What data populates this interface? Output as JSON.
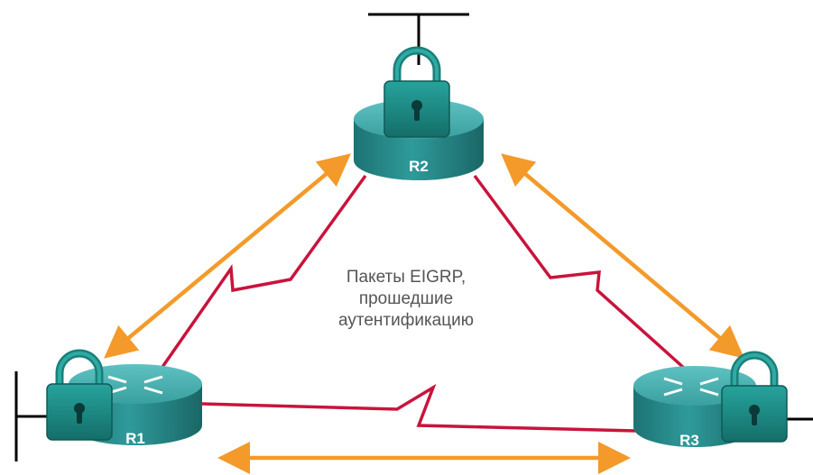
{
  "diagram": {
    "caption_lines": [
      "Пакеты EIGRP,",
      "прошедшие",
      "аутентификацию"
    ],
    "routers": [
      {
        "id": "r1",
        "label": "R1"
      },
      {
        "id": "r2",
        "label": "R2"
      },
      {
        "id": "r3",
        "label": "R3"
      }
    ],
    "colors": {
      "serial_link": "#c8143c",
      "auth_arrow": "#f39a2a",
      "router_body": "#2a8c8c",
      "router_top": "#3fa8a8",
      "lock_body": "#1f8f8a",
      "ethernet": "#000000"
    }
  }
}
